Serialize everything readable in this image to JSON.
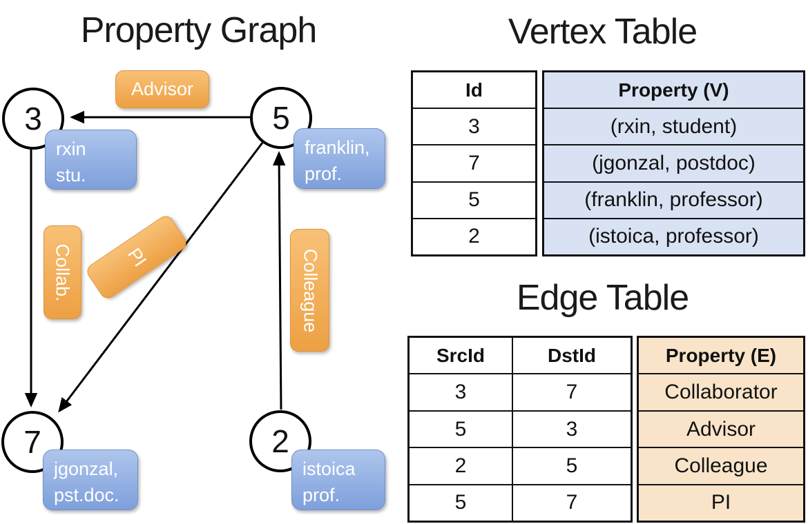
{
  "titles": {
    "graph": "Property Graph",
    "vertex": "Vertex Table",
    "edge": "Edge Table"
  },
  "graph": {
    "nodes": {
      "n3": {
        "label": "3",
        "prop": "rxin\nstu."
      },
      "n5": {
        "label": "5",
        "prop": "franklin,\nprof."
      },
      "n7": {
        "label": "7",
        "prop": "jgonzal,\npst.doc."
      },
      "n2": {
        "label": "2",
        "prop": "istoica\nprof."
      }
    },
    "edge_labels": {
      "advisor": "Advisor",
      "collab": "Collab.",
      "pi": "PI",
      "colleague": "Colleague"
    }
  },
  "vertex_table": {
    "headers": {
      "id": "Id",
      "property": "Property (V)"
    },
    "id_values": [
      "3",
      "7",
      "5",
      "2"
    ],
    "property_values": [
      "(rxin, student)",
      "(jgonzal, postdoc)",
      "(franklin, professor)",
      "(istoica, professor)"
    ]
  },
  "edge_table": {
    "headers": {
      "src": "SrcId",
      "dst": "DstId",
      "property": "Property (E)"
    },
    "src_values": [
      "3",
      "5",
      "2",
      "5"
    ],
    "dst_values": [
      "7",
      "3",
      "5",
      "7"
    ],
    "property_values": [
      "Collaborator",
      "Advisor",
      "Colleague",
      "PI"
    ]
  },
  "colors": {
    "orange_light": "#f8c177",
    "orange_dark": "#eda043",
    "blue_light": "#aec6ed",
    "blue_dark": "#7e9fdb",
    "cell_blue": "#d9e2f3",
    "cell_tan": "#f9e4c9",
    "stroke": "#000000"
  }
}
